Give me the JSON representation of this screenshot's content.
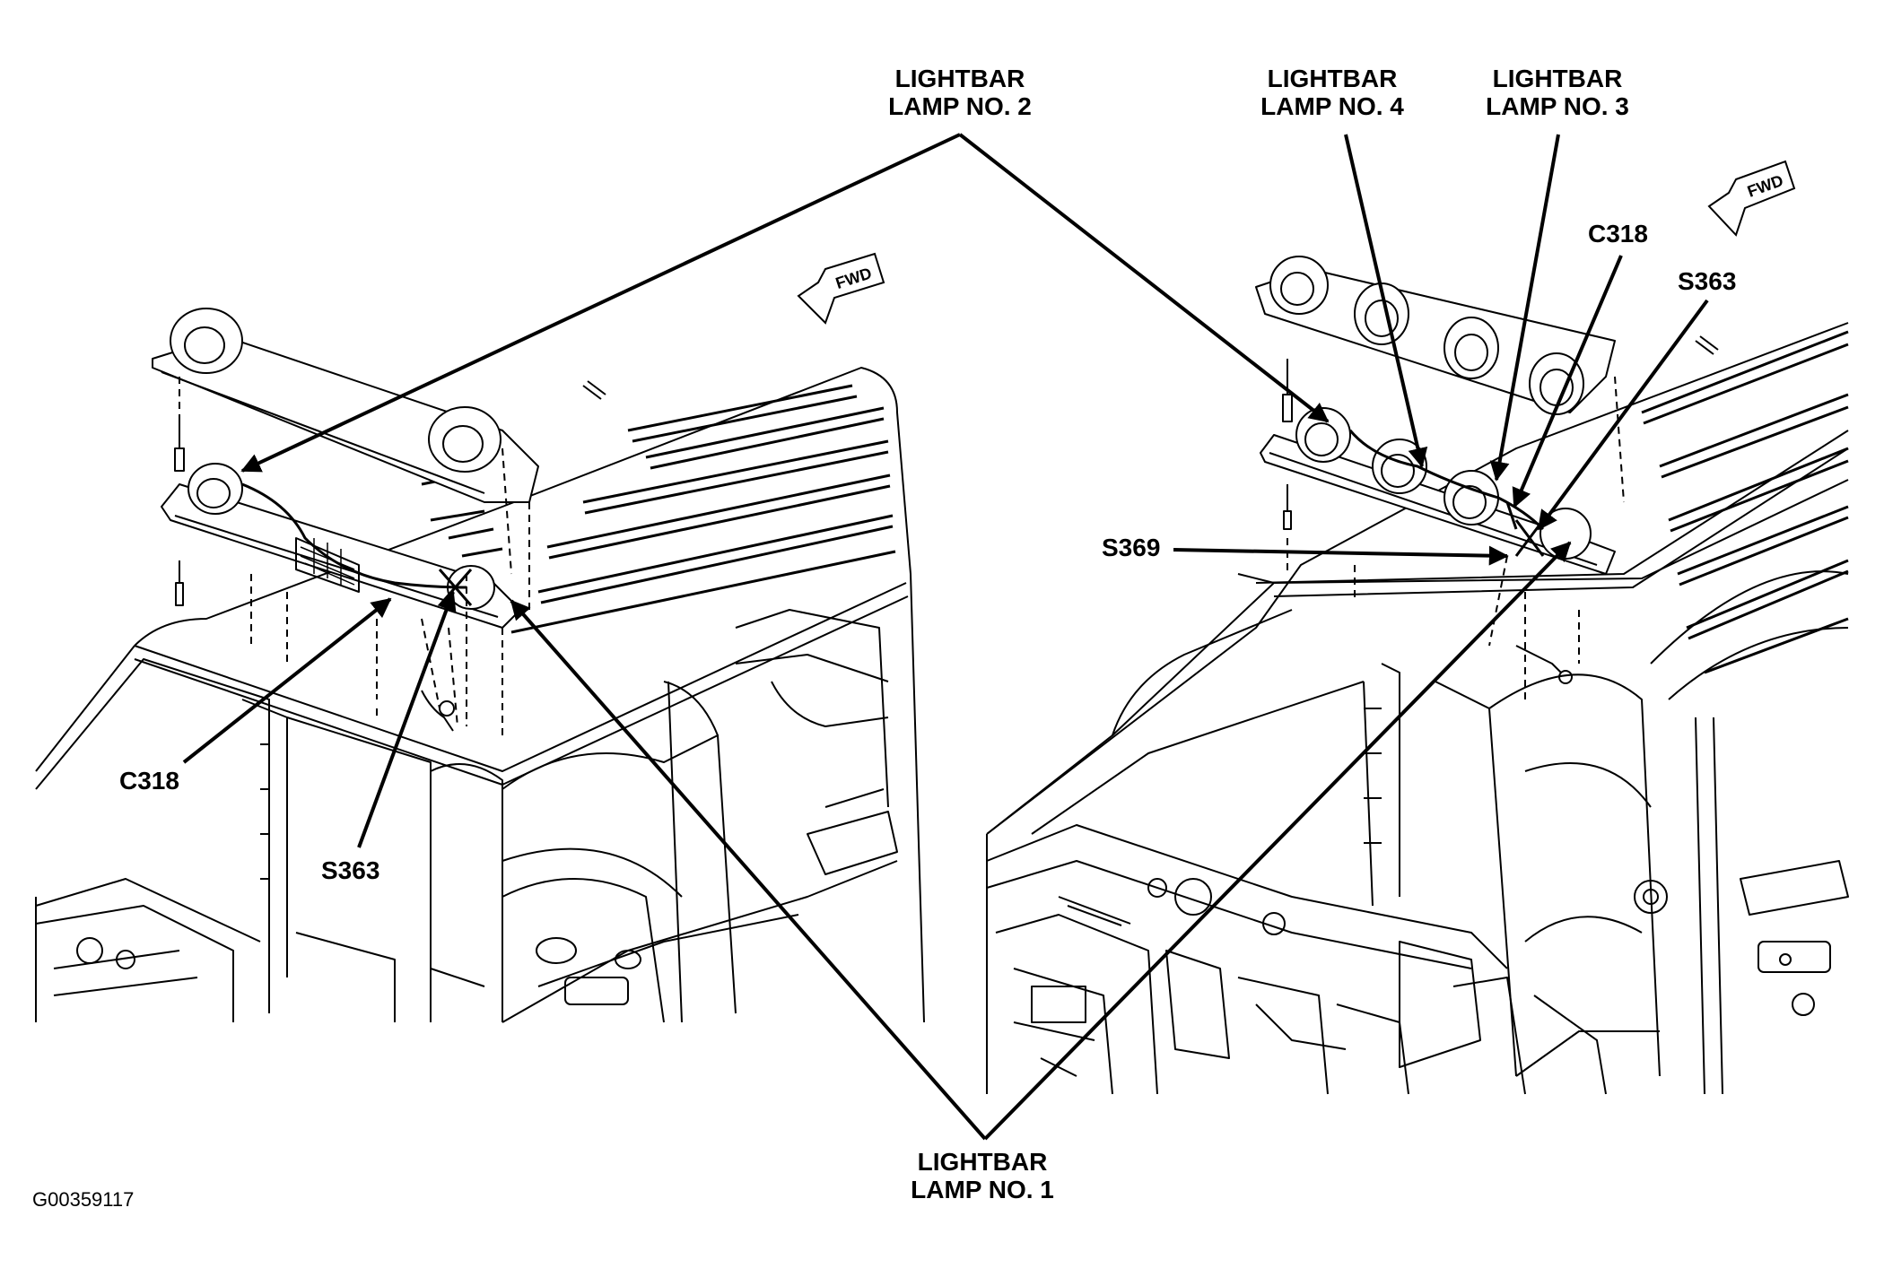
{
  "labels": {
    "lamp2": {
      "line1": "LIGHTBAR",
      "line2": "LAMP NO. 2"
    },
    "lamp4": {
      "line1": "LIGHTBAR",
      "line2": "LAMP NO. 4"
    },
    "lamp3": {
      "line1": "LIGHTBAR",
      "line2": "LAMP NO. 3"
    },
    "lamp1": {
      "line1": "LIGHTBAR",
      "line2": "LAMP NO. 1"
    },
    "left_c318": "C318",
    "left_s363": "S363",
    "right_c318": "C318",
    "right_s363": "S363",
    "right_s369": "S369",
    "fwd_left": "FWD",
    "fwd_right": "FWD"
  },
  "figure_id": "G00359117"
}
